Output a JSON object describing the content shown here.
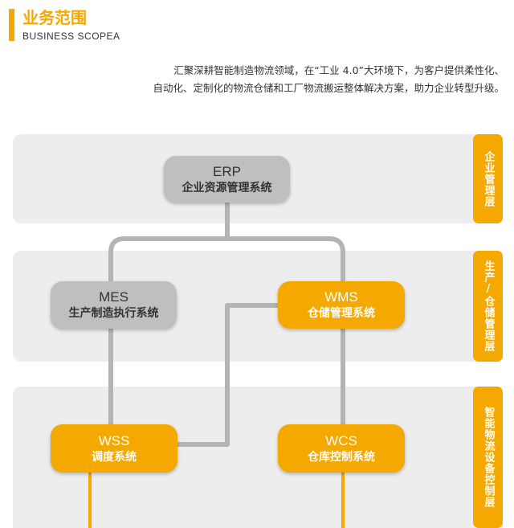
{
  "header": {
    "title_cn": "业务范围",
    "title_en": "BUSINESS SCOPEA"
  },
  "intro": {
    "line1": "汇聚深耕智能制造物流领域，在“工业 4.0”大环境下，为客户提供柔性化、",
    "line2": "自动化、定制化的物流仓储和工厂物流搬运整体解决方案，助力企业转型升级。"
  },
  "layers": [
    {
      "label": "企业管理层"
    },
    {
      "label": "生产/仓储管理层"
    },
    {
      "label": "智能物流设备控制层"
    }
  ],
  "nodes": {
    "erp": {
      "code": "ERP",
      "name": "企业资源管理系统"
    },
    "mes": {
      "code": "MES",
      "name": "生产制造执行系统"
    },
    "wms": {
      "code": "WMS",
      "name": "仓储管理系统"
    },
    "wss": {
      "code": "WSS",
      "name": "调度系统"
    },
    "wcs": {
      "code": "WCS",
      "name": "仓库控制系统"
    }
  },
  "colors": {
    "accent": "#F5A800",
    "band": "#EDEDED",
    "gray_node": "#BFBFBF",
    "connector": "#B4B4B4"
  }
}
